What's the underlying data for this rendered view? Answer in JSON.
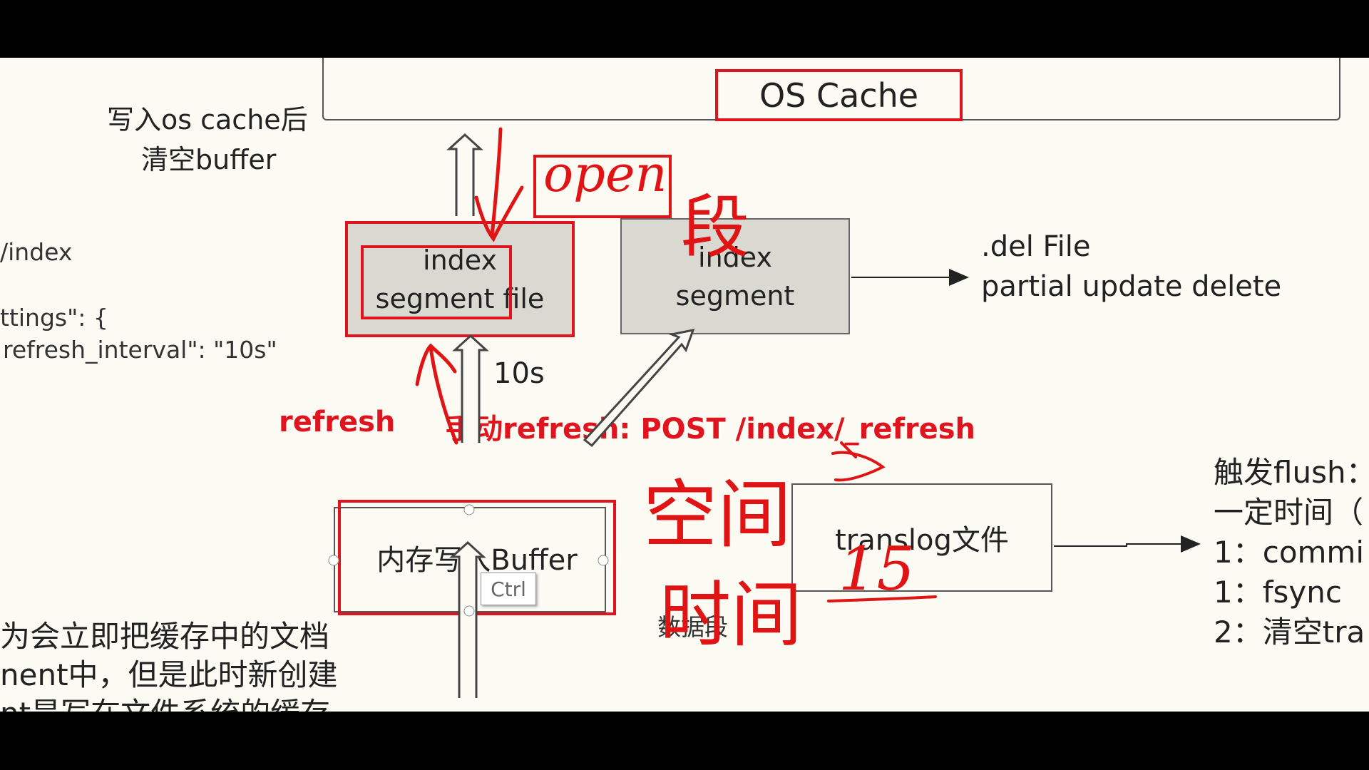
{
  "os_cache": {
    "label": "OS Cache"
  },
  "left_notes": {
    "write_os_cache": "写入os cache后",
    "clear_buffer": "清空buffer",
    "index_path": "/index",
    "settings_key": "ttings\": {",
    "refresh_interval": "refresh_interval\": \"10s\""
  },
  "segments": {
    "seg1_line1": "index",
    "seg1_line2": "segment file",
    "seg2_line1": "index",
    "seg2_line2": "segment"
  },
  "del_file": {
    "line1": ".del File",
    "line2": "partial update delete"
  },
  "interval_label": "10s",
  "refresh_label": "refresh",
  "manual_refresh": "手动refresh:  POST /index/_refresh",
  "buffer_label": "内存写入Buffer",
  "translog_label": "translog文件",
  "data_segment": "数据段",
  "ctrl_key": "Ctrl",
  "flush_notes": {
    "line1": "触发flush：",
    "line2": "一定时间（",
    "line3": "1：commi",
    "line4": "1：fsync",
    "line5": "2：清空tra"
  },
  "bottom_notes": {
    "line1": "为会立即把缓存中的文档",
    "line2": "nent中，但是此时新创建",
    "line3": "nt是写在文件系统的缓存"
  },
  "handwriting": {
    "open": "open",
    "duan": "段",
    "kongjian": "空间",
    "shijian": "时间",
    "fifteen": "15"
  },
  "colors": {
    "red": "#e0141e",
    "segment_fill": "#d9d9d2",
    "background": "#fbfbf4"
  }
}
